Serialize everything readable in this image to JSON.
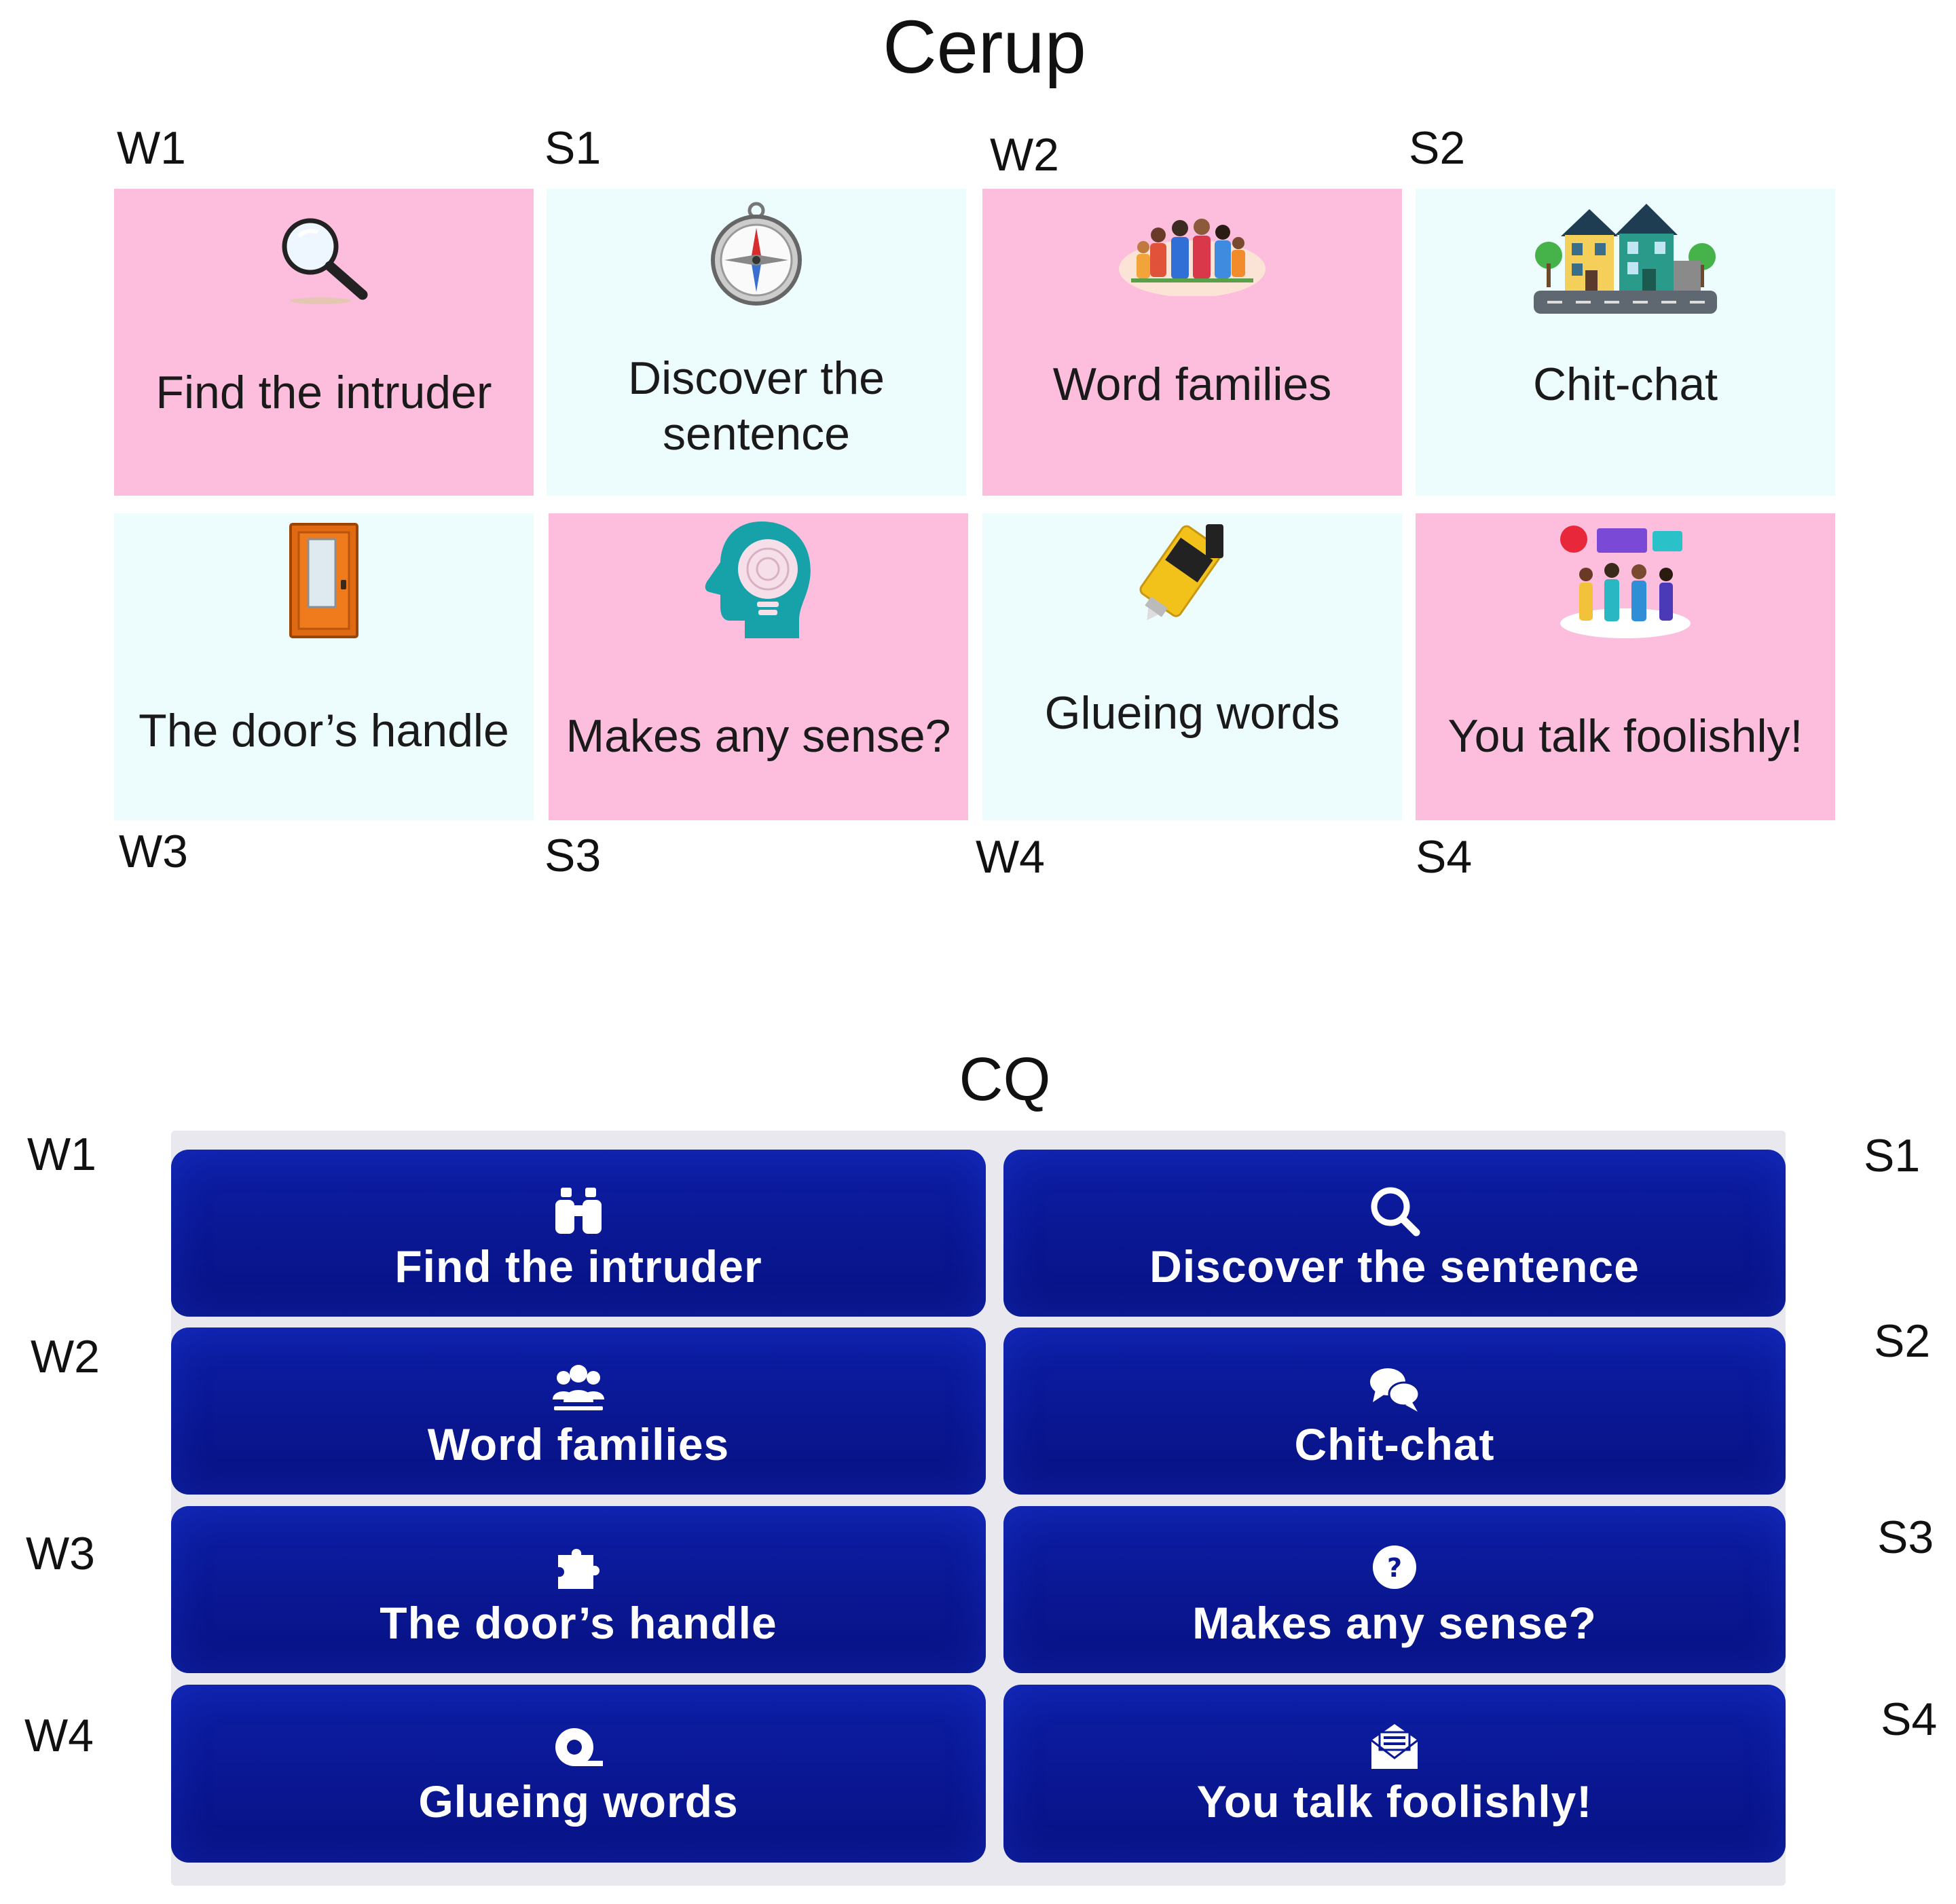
{
  "cerup": {
    "title": "Cerup",
    "tiles": [
      {
        "code": "W1",
        "label": "Find the intruder",
        "icon": "magnifier-icon",
        "color": "#fdbede"
      },
      {
        "code": "S1",
        "label": "Discover the sentence",
        "icon": "compass-icon",
        "color": "#edfcfc"
      },
      {
        "code": "W2",
        "label": "Word families",
        "icon": "family-group-icon",
        "color": "#fdbede"
      },
      {
        "code": "S2",
        "label": "Chit-chat",
        "icon": "houses-icon",
        "color": "#edfcfc"
      },
      {
        "code": "W3",
        "label": "The door’s handle",
        "icon": "door-icon",
        "color": "#edfcfc"
      },
      {
        "code": "S3",
        "label": "Makes any sense?",
        "icon": "head-lightbulb-icon",
        "color": "#fdbede"
      },
      {
        "code": "W4",
        "label": "Glueing words",
        "icon": "glue-tube-icon",
        "color": "#edfcfc"
      },
      {
        "code": "S4",
        "label": "You talk foolishly!",
        "icon": "talking-people-icon",
        "color": "#fdbede"
      }
    ]
  },
  "cq": {
    "title": "CQ",
    "buttons": [
      {
        "code": "W1",
        "label": "Find the intruder",
        "icon": "binoculars-icon"
      },
      {
        "code": "S1",
        "label": "Discover the sentence",
        "icon": "search-icon"
      },
      {
        "code": "W2",
        "label": "Word families",
        "icon": "users-icon"
      },
      {
        "code": "S2",
        "label": "Chit-chat",
        "icon": "chat-bubbles-icon"
      },
      {
        "code": "W3",
        "label": "The door’s handle",
        "icon": "puzzle-piece-icon"
      },
      {
        "code": "S3",
        "label": "Makes any sense?",
        "icon": "question-circle-icon"
      },
      {
        "code": "W4",
        "label": "Glueing words",
        "icon": "tape-icon"
      },
      {
        "code": "S4",
        "label": "You talk foolishly!",
        "icon": "envelope-icon"
      }
    ],
    "button_color": "#0b1894",
    "panel_color": "#e8e8ee"
  }
}
